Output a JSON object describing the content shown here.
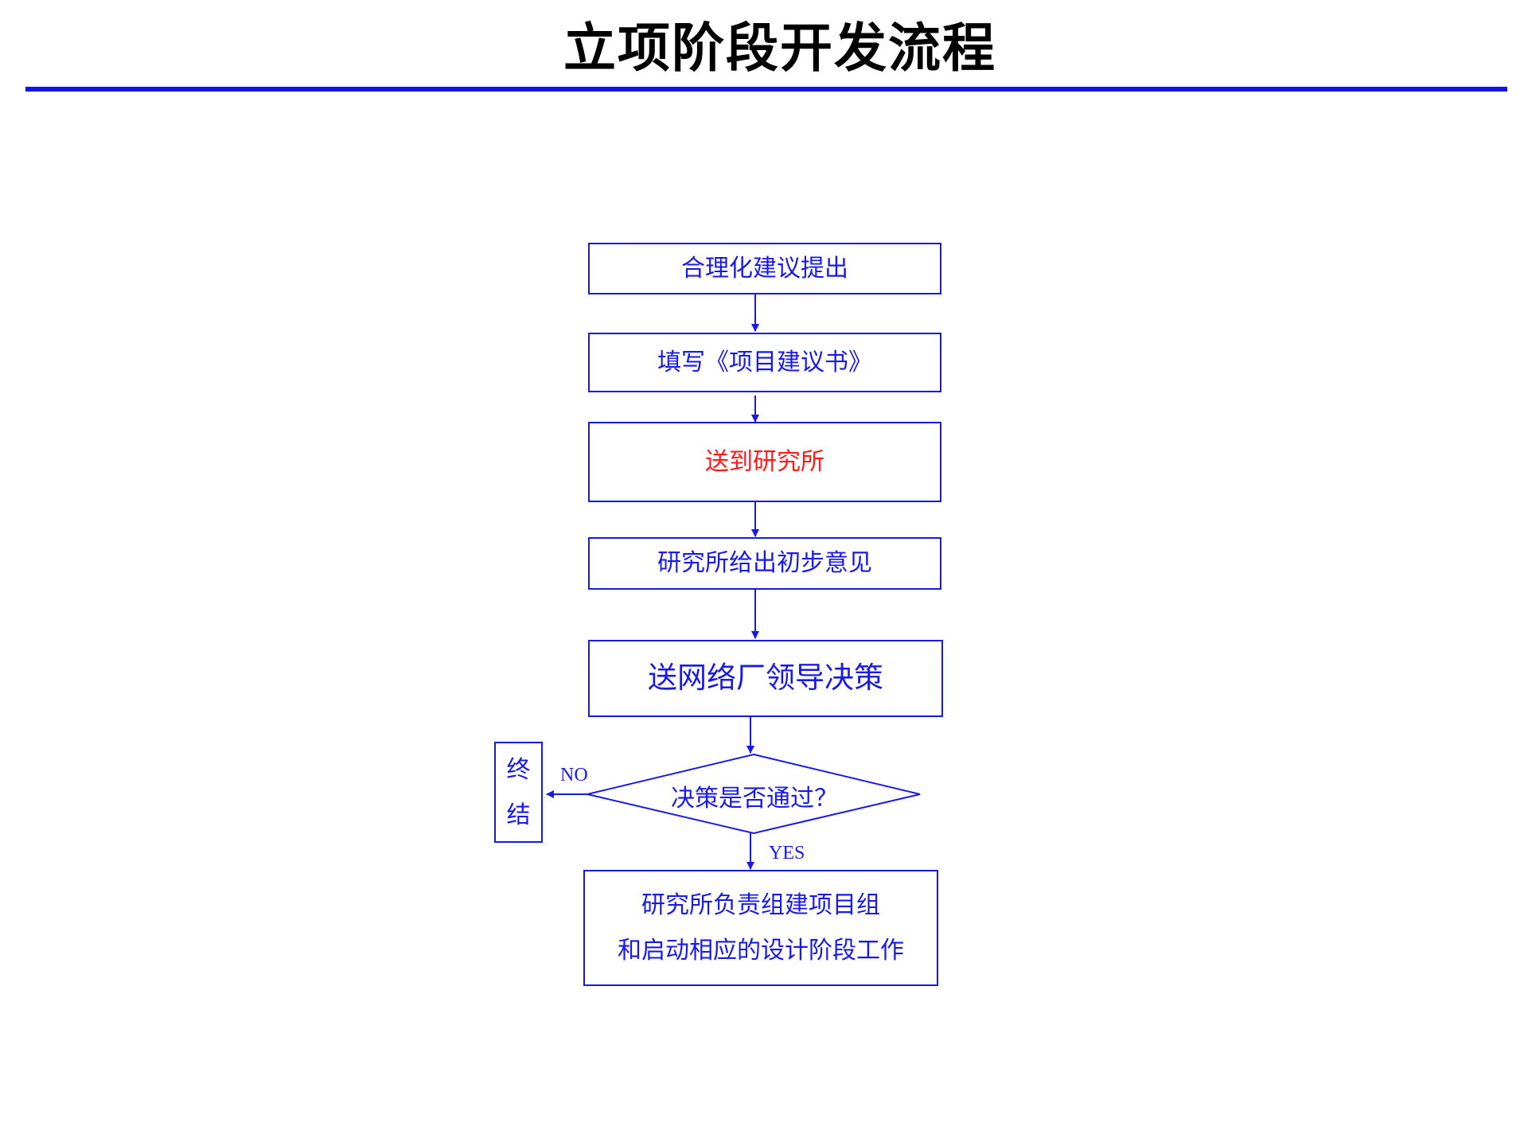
{
  "title": "立项阶段开发流程",
  "steps": [
    {
      "label": "合理化建议提出"
    },
    {
      "label": "填写《项目建议书》"
    },
    {
      "label": "送到研究所"
    },
    {
      "label": "研究所给出初步意见"
    },
    {
      "label": "送网络厂领导决策"
    }
  ],
  "decision": {
    "label": "决策是否通过？"
  },
  "branches": {
    "no": "NO",
    "yes": "YES"
  },
  "end": {
    "line1": "终",
    "line2": "结"
  },
  "final": {
    "line1": "研究所负责组建项目组",
    "line2": "和启动相应的设计阶段工作"
  },
  "colors": {
    "line": "#1a1ae6",
    "text": "#1a1ae6",
    "highlight_text": "#ff1a1a",
    "title_rule": "#1414e6"
  }
}
